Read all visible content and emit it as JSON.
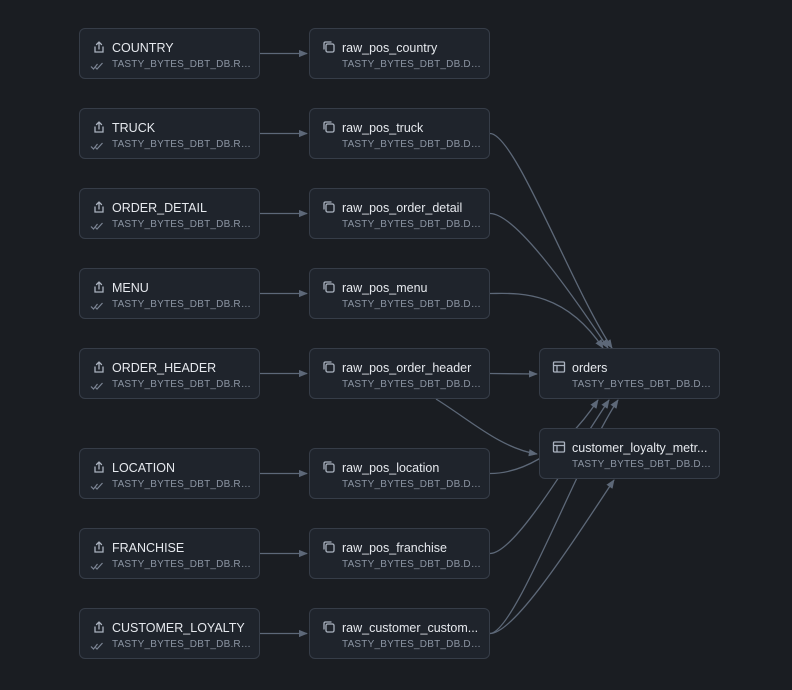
{
  "sources": [
    {
      "name": "COUNTRY",
      "db": "TASTY_BYTES_DBT_DB.RAW"
    },
    {
      "name": "TRUCK",
      "db": "TASTY_BYTES_DBT_DB.RAW"
    },
    {
      "name": "ORDER_DETAIL",
      "db": "TASTY_BYTES_DBT_DB.RAW"
    },
    {
      "name": "MENU",
      "db": "TASTY_BYTES_DBT_DB.RAW"
    },
    {
      "name": "ORDER_HEADER",
      "db": "TASTY_BYTES_DBT_DB.RAW"
    },
    {
      "name": "LOCATION",
      "db": "TASTY_BYTES_DBT_DB.RAW"
    },
    {
      "name": "FRANCHISE",
      "db": "TASTY_BYTES_DBT_DB.RAW"
    },
    {
      "name": "CUSTOMER_LOYALTY",
      "db": "TASTY_BYTES_DBT_DB.RAW"
    }
  ],
  "staging": [
    {
      "name": "raw_pos_country",
      "db": "TASTY_BYTES_DBT_DB.DEV"
    },
    {
      "name": "raw_pos_truck",
      "db": "TASTY_BYTES_DBT_DB.DEV"
    },
    {
      "name": "raw_pos_order_detail",
      "db": "TASTY_BYTES_DBT_DB.DEV"
    },
    {
      "name": "raw_pos_menu",
      "db": "TASTY_BYTES_DBT_DB.DEV"
    },
    {
      "name": "raw_pos_order_header",
      "db": "TASTY_BYTES_DBT_DB.DEV"
    },
    {
      "name": "raw_pos_location",
      "db": "TASTY_BYTES_DBT_DB.DEV"
    },
    {
      "name": "raw_pos_franchise",
      "db": "TASTY_BYTES_DBT_DB.DEV"
    },
    {
      "name": "raw_customer_custom...",
      "db": "TASTY_BYTES_DBT_DB.DEV"
    }
  ],
  "marts": [
    {
      "name": "orders",
      "db": "TASTY_BYTES_DBT_DB.DEV"
    },
    {
      "name": "customer_loyalty_metr...",
      "db": "TASTY_BYTES_DBT_DB.DEV"
    }
  ],
  "edges": [
    {
      "from": "source-0",
      "to": "staging-0"
    },
    {
      "from": "source-1",
      "to": "staging-1"
    },
    {
      "from": "source-2",
      "to": "staging-2"
    },
    {
      "from": "source-3",
      "to": "staging-3"
    },
    {
      "from": "source-4",
      "to": "staging-4"
    },
    {
      "from": "source-5",
      "to": "staging-5"
    },
    {
      "from": "source-6",
      "to": "staging-6"
    },
    {
      "from": "source-7",
      "to": "staging-7"
    },
    {
      "from": "staging-1",
      "to": "mart-0"
    },
    {
      "from": "staging-2",
      "to": "mart-0"
    },
    {
      "from": "staging-3",
      "to": "mart-0"
    },
    {
      "from": "staging-4",
      "to": "mart-0"
    },
    {
      "from": "staging-5",
      "to": "mart-0"
    },
    {
      "from": "staging-6",
      "to": "mart-0"
    },
    {
      "from": "staging-7",
      "to": "mart-0"
    },
    {
      "from": "staging-4",
      "to": "mart-1"
    },
    {
      "from": "staging-7",
      "to": "mart-1"
    }
  ],
  "colors": {
    "background": "#1a1d22",
    "node_fill": "#1f242c",
    "node_border": "#363d48",
    "edge": "#5d6878",
    "title_text": "#e6e9ee",
    "subtitle_text": "#8c95a3"
  }
}
